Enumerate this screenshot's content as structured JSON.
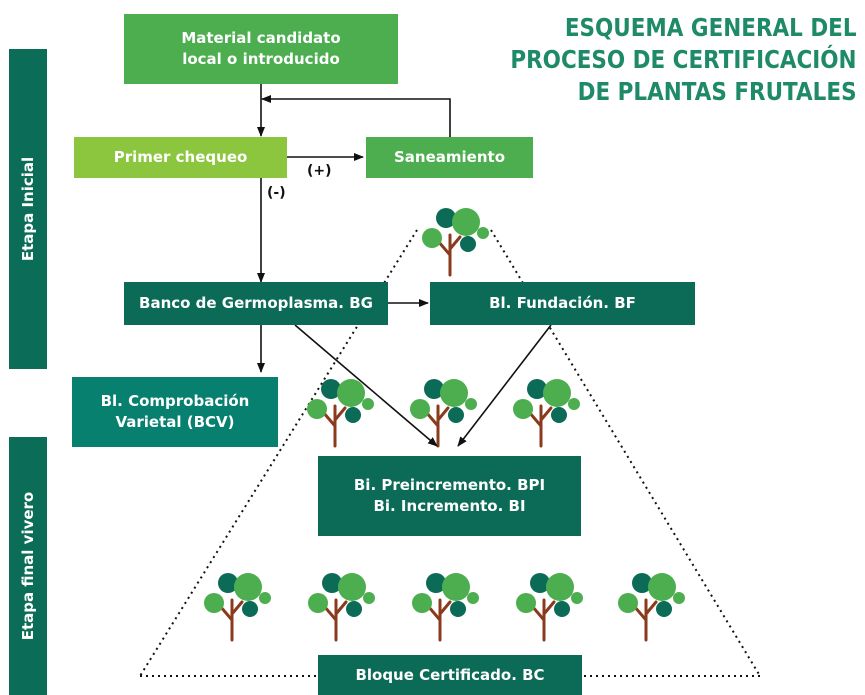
{
  "title": {
    "line1": "ESQUEMA GENERAL DEL",
    "line2": "PROCESO DE CERTIFICACIÓN",
    "line3": "DE PLANTAS FRUTALES"
  },
  "stages": {
    "initial": "Etapa Inicial",
    "final": "Etapa final vivero"
  },
  "boxes": {
    "material_line1": "Material candidato",
    "material_line2": "local o introducido",
    "primer_chequeo": "Primer chequeo",
    "saneamiento": "Saneamiento",
    "banco": "Banco de Germoplasma. BG",
    "fundacion": "Bl. Fundación. BF",
    "bcv_line1": "Bl. Comprobación",
    "bcv_line2": "Varietal (BCV)",
    "bpi_line1": "Bi. Preincremento. BPI",
    "bpi_line2": "Bi. Incremento. BI",
    "certificado": "Bloque Certificado. BC"
  },
  "edge_labels": {
    "positive": "(+)",
    "negative": "(-)"
  },
  "colors": {
    "bright_green": "#4cae4f",
    "lime_green": "#8cc63f",
    "dark_green": "#0c6b57",
    "teal": "#07806f",
    "title_green": "#1f8a68",
    "trunk_brown": "#8a3b1e"
  }
}
